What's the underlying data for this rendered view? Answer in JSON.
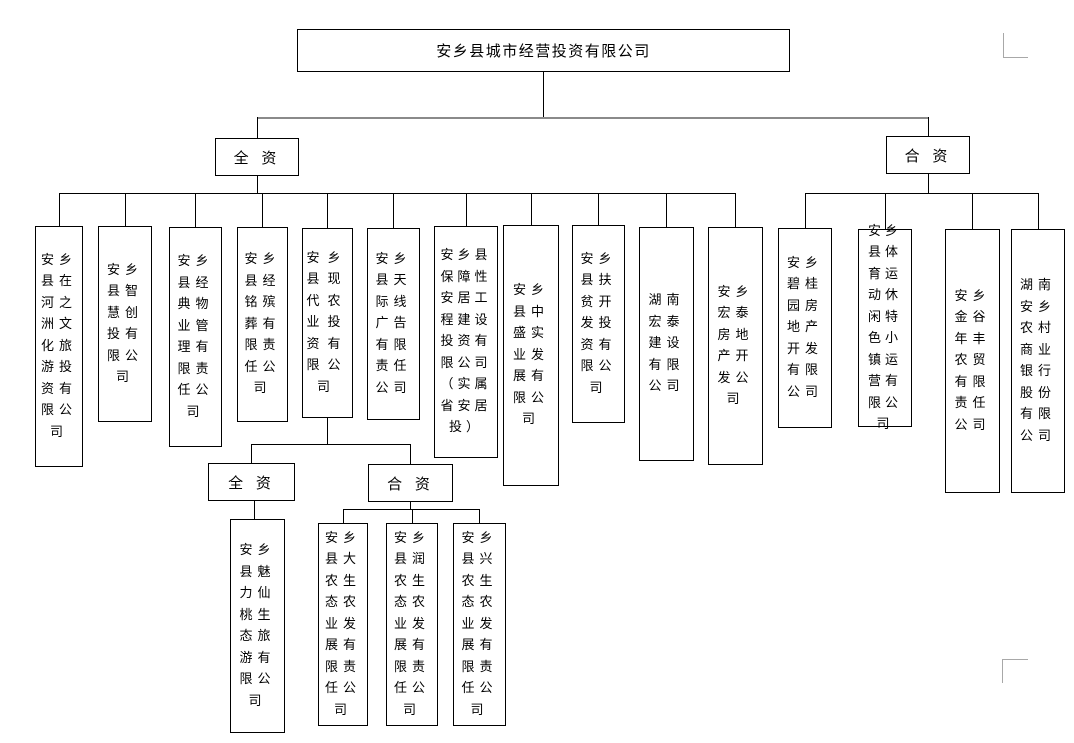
{
  "chart": {
    "type": "org-chart",
    "root": {
      "name": "安乡县城市经营投资有限公司"
    },
    "level1": [
      {
        "label": "全 资",
        "children": [
          "安乡县在河之洲文化旅游投资有限公司",
          "安乡县智慧创投有限公司",
          "安乡县经典物业管理有限责任公司",
          "安乡县经铭殡葬有限责任公司",
          "安乡县现代农业投资有限公司",
          "安乡县天际线广告有限责任公司",
          "安乡县保障性安居工程建设投资有限公司（实属省安居投）",
          "安乡县中盛实业发展有限公司",
          "安乡县扶贫开发投资有限公司",
          "湖南宏泰建设有限公司",
          "安乡宏泰房地产开发公司"
        ]
      },
      {
        "label": "合 资",
        "children": [
          "安乡碧桂园房地产开发有限公司",
          "安乡县体育运动休闲特色小镇运营有限公司",
          "安乡金谷年丰农贸有限责任公司",
          "湖南安乡农村商业银行股份有限公司"
        ]
      }
    ],
    "sub": {
      "parent": "安乡县现代农业投资有限公司",
      "groups": [
        {
          "label": "全 资",
          "children": [
            "安乡县魅力仙桃生态旅游有限公司"
          ]
        },
        {
          "label": "合 资",
          "children": [
            "安乡县大农生态农业发展有限责任公司",
            "安乡县润农生态农业发展有限责任公司",
            "安乡县兴农生态农业发展有限责任公司"
          ]
        }
      ]
    },
    "colors": {
      "line": "#000000",
      "top_connector_gray": "#8a8a8a",
      "box_border": "#000000",
      "box_background": "#ffffff",
      "page_boundary_mark": "#a8a8a8"
    }
  }
}
